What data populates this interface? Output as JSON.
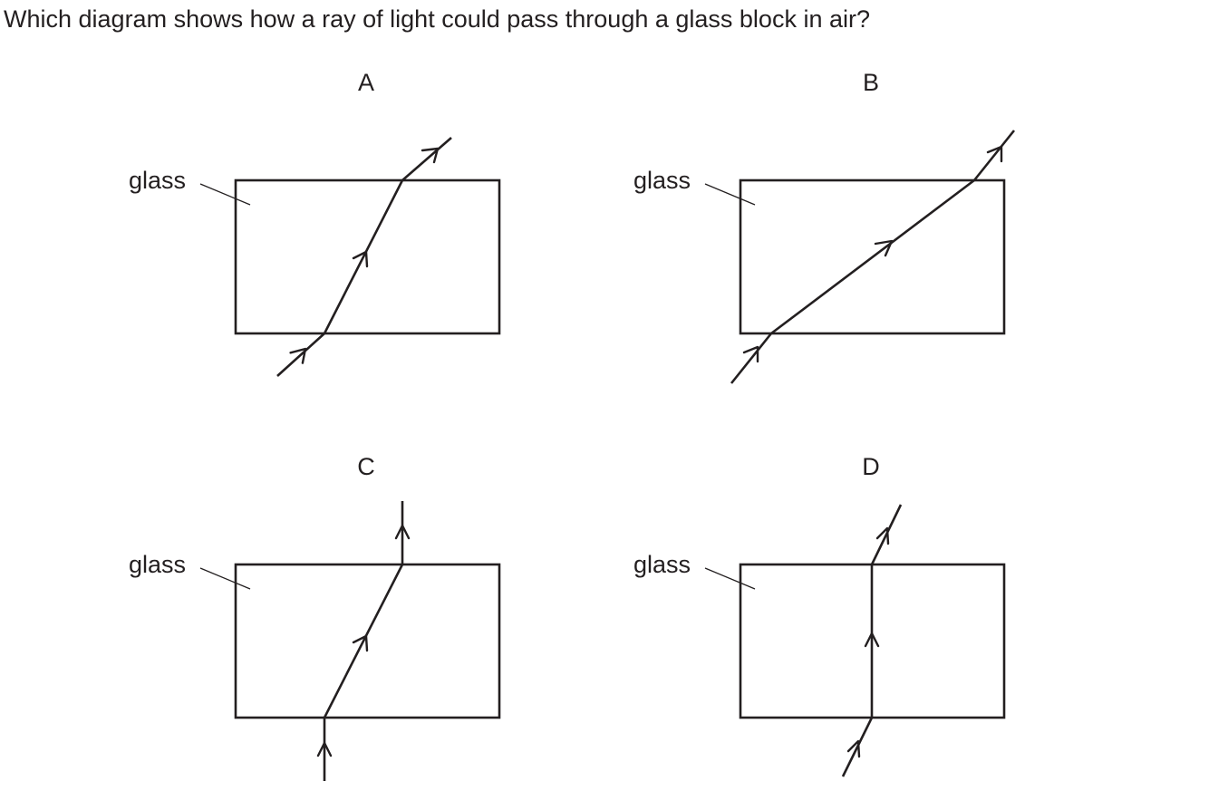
{
  "question": "Which diagram shows how a ray of light could pass through a glass block in air?",
  "diagrams": [
    {
      "letter": "A",
      "block_label": "glass"
    },
    {
      "letter": "B",
      "block_label": "glass"
    },
    {
      "letter": "C",
      "block_label": "glass"
    },
    {
      "letter": "D",
      "block_label": "glass"
    }
  ]
}
